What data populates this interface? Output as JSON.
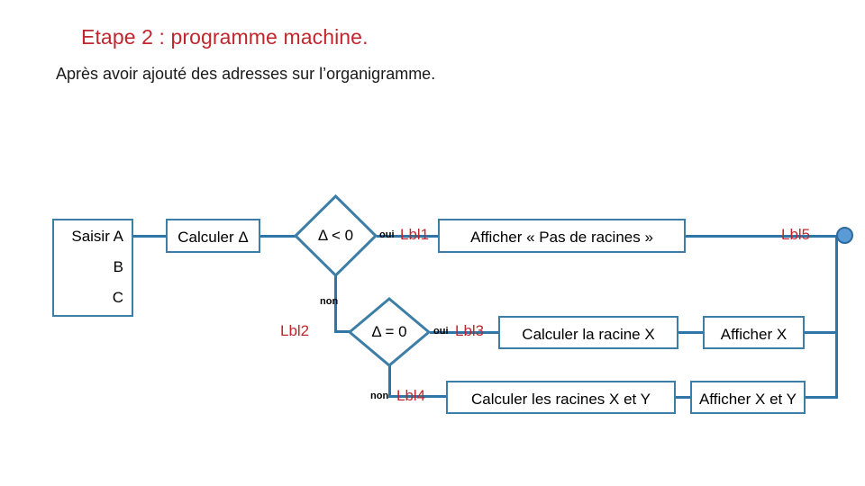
{
  "page": {
    "title": "Etape 2 : programme machine.",
    "subtitle": "Après avoir ajouté des adresses sur l’organigramme.",
    "title_color": "#C0272D",
    "node_border_color": "#3D7EA6",
    "connector_color": "#2E75A8",
    "label_color": "#C0272D",
    "terminator_fill": "#5B9BD5"
  },
  "nodes": {
    "input": {
      "line1": "Saisir A",
      "line2": "B",
      "line3": "C"
    },
    "calc_delta": {
      "text": "Calculer Δ"
    },
    "decision_delta_lt0": {
      "text": "Δ < 0"
    },
    "decision_delta_eq0": {
      "text": "Δ = 0"
    },
    "display_no_roots": {
      "text": "Afficher « Pas de racines »"
    },
    "calc_root_x": {
      "text": "Calculer la racine X"
    },
    "display_x": {
      "text": "Afficher X"
    },
    "calc_roots_xy": {
      "text": "Calculer les racines X et Y"
    },
    "display_xy": {
      "text": "Afficher X et Y"
    }
  },
  "labels": {
    "lbl1": "Lbl1",
    "lbl2": "Lbl2",
    "lbl3": "Lbl3",
    "lbl4": "Lbl4",
    "lbl5": "Lbl5"
  },
  "branches": {
    "oui_1": "oui",
    "non_1": "non",
    "oui_3": "oui",
    "non_4": "non"
  },
  "chart_data": {
    "type": "diagram",
    "title": "Etape 2 : programme machine.",
    "nodes": [
      {
        "id": "input",
        "shape": "process",
        "text": "Saisir A B C"
      },
      {
        "id": "calc_delta",
        "shape": "process",
        "text": "Calculer Δ"
      },
      {
        "id": "decision_delta_lt0",
        "shape": "decision",
        "text": "Δ < 0"
      },
      {
        "id": "display_no_roots",
        "shape": "process",
        "text": "Afficher « Pas de racines »"
      },
      {
        "id": "decision_delta_eq0",
        "shape": "decision",
        "text": "Δ = 0"
      },
      {
        "id": "calc_root_x",
        "shape": "process",
        "text": "Calculer la racine X"
      },
      {
        "id": "display_x",
        "shape": "process",
        "text": "Afficher X"
      },
      {
        "id": "calc_roots_xy",
        "shape": "process",
        "text": "Calculer les racines X et Y"
      },
      {
        "id": "display_xy",
        "shape": "process",
        "text": "Afficher X et Y"
      },
      {
        "id": "end",
        "shape": "terminator",
        "text": ""
      }
    ],
    "edges": [
      {
        "from": "input",
        "to": "calc_delta",
        "label": ""
      },
      {
        "from": "calc_delta",
        "to": "decision_delta_lt0",
        "label": ""
      },
      {
        "from": "decision_delta_lt0",
        "to": "display_no_roots",
        "label": "oui Lbl1"
      },
      {
        "from": "decision_delta_lt0",
        "to": "decision_delta_eq0",
        "label": "non Lbl2"
      },
      {
        "from": "display_no_roots",
        "to": "end",
        "label": "Lbl5"
      },
      {
        "from": "decision_delta_eq0",
        "to": "calc_root_x",
        "label": "oui Lbl3"
      },
      {
        "from": "calc_root_x",
        "to": "display_x",
        "label": ""
      },
      {
        "from": "decision_delta_eq0",
        "to": "calc_roots_xy",
        "label": "non Lbl4"
      },
      {
        "from": "calc_roots_xy",
        "to": "display_xy",
        "label": ""
      },
      {
        "from": "display_x",
        "to": "end",
        "label": ""
      },
      {
        "from": "display_xy",
        "to": "end",
        "label": ""
      }
    ]
  }
}
